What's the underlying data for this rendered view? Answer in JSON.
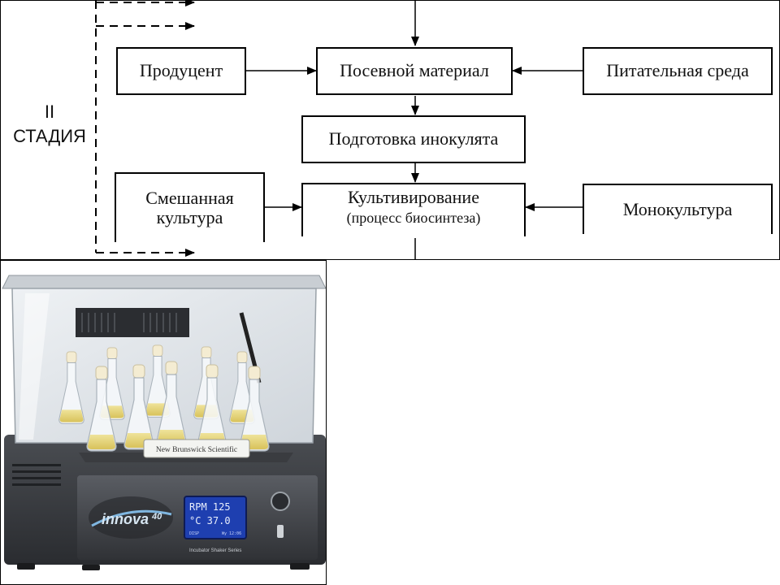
{
  "diagram": {
    "stage_roman": "II",
    "stage_word": "СТАДИЯ",
    "nodes": {
      "producer": "Продуцент",
      "inoculum": "Посевной материал",
      "medium": "Питательная среда",
      "inoculum_prep": "Подготовка инокулята",
      "mixed_culture_line1": "Смешанная",
      "mixed_culture_line2": "культура",
      "cultivation_line1": "Культивирование",
      "cultivation_line2": "(процесс биосинтеза)",
      "monoculture": "Монокультура"
    }
  },
  "photo": {
    "label_plate": "New Brunswick Scientific",
    "brand": "innova",
    "model": "40",
    "series": "Incubator Shaker Series",
    "lcd_line1": "RPM  125",
    "lcd_line2": "°C  37.0",
    "lcd_footer_left": "DISP",
    "lcd_footer_right": "Wy 12:06"
  }
}
